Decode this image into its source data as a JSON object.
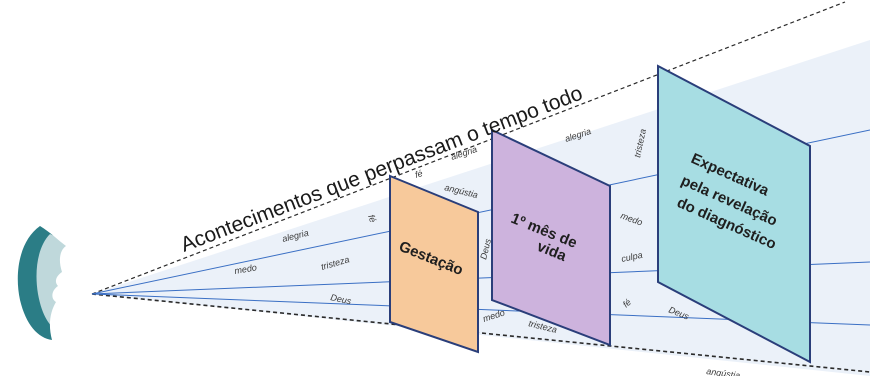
{
  "banner": "Acontecimentos que perpassam o tempo todo",
  "panels": {
    "gestacao": "Gestação",
    "mes_line1": "1º mês de",
    "mes_line2": "vida",
    "exp_line1": "Expectativa",
    "exp_line2": "pela revelação",
    "exp_line3": "do diagnóstico"
  },
  "words": {
    "alegria_1": "alegria",
    "fe_1": "fé",
    "medo_1": "medo",
    "tristeza_1": "tristeza",
    "deus_1": "Deus",
    "fe_2": "fé",
    "alegria_2": "alegria",
    "angustia_1": "angústia",
    "deus_2": "Deus",
    "medo_2": "medo",
    "tristeza_2": "tristeza",
    "alegria_3": "alegria",
    "tristeza_3": "tristeza",
    "medo_3": "medo",
    "culpa_1": "culpa",
    "fe_3": "fé",
    "deus_3": "Deus",
    "angustia_2": "angústia"
  },
  "colors": {
    "gestacao": "#f7c99b",
    "mes": "#cdb3dd",
    "expectativa": "#a7dde3",
    "cone": "#e6ecf7",
    "profile": "#2b7d86"
  }
}
